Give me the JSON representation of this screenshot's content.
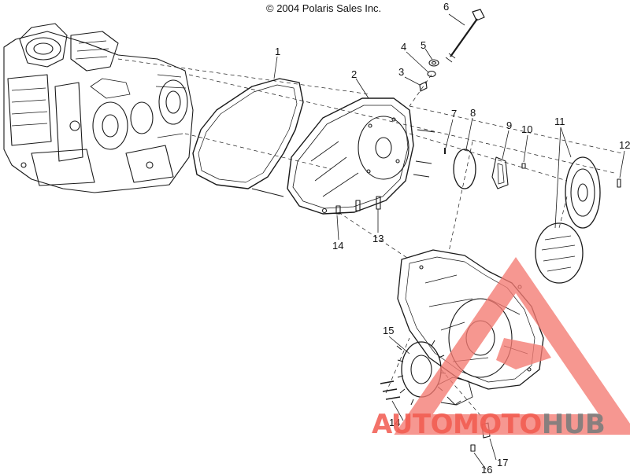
{
  "header": {
    "copyright": "© 2004 Polaris Sales Inc."
  },
  "callouts": [
    "1",
    "2",
    "3",
    "4",
    "5",
    "6",
    "7",
    "8",
    "9",
    "10",
    "11",
    "12",
    "13",
    "14",
    "14",
    "15",
    "16",
    "17"
  ],
  "watermark": {
    "part1": "AUTOMOTO",
    "part2": "HUB",
    "color_primary": "#f25a4f",
    "color_secondary": "#7d7d7d"
  },
  "colors": {
    "line": "#1a1a1a",
    "watermark_fill": "#f47a72"
  }
}
